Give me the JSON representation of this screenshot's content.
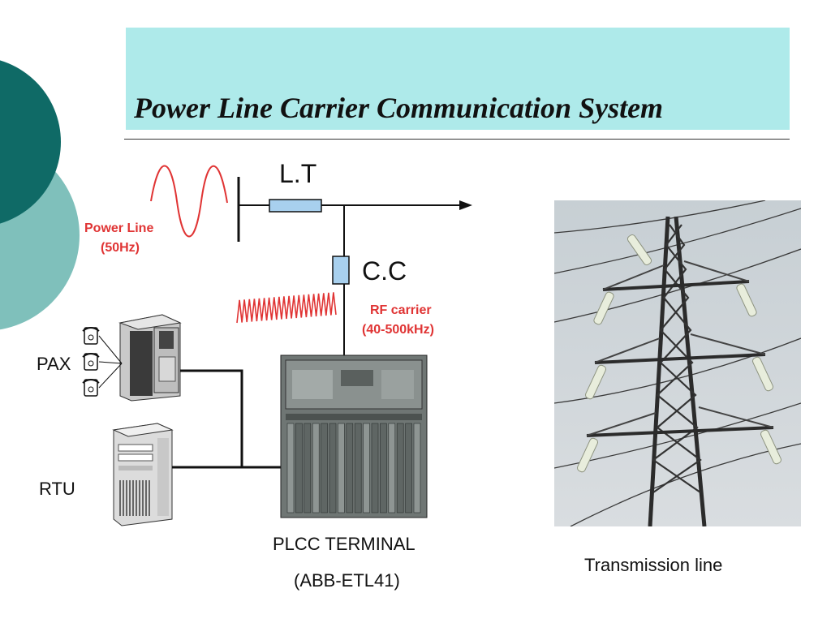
{
  "title": "Power Line Carrier Communication System",
  "labels": {
    "line_trap": "L.T",
    "coupling_capacitor": "C.C",
    "power_line_line1": "Power Line",
    "power_line_line2": "(50Hz)",
    "rf_carrier_line1": "RF carrier",
    "rf_carrier_line2": "(40-500kHz)",
    "pax": "PAX",
    "rtu": "RTU",
    "plcc_terminal": "PLCC TERMINAL",
    "plcc_model": "(ABB-ETL41)",
    "transmission_line": "Transmission line"
  },
  "colors": {
    "title_bar": "#aeeaea",
    "decor_dark": "#0f6a66",
    "decor_light": "#7fc0bb",
    "waveform": "#e03434",
    "line_trap_fill": "#a8d0ee",
    "coupling_fill": "#a8d0ee"
  },
  "icons": [
    "phone-icon",
    "pax-exchange-icon",
    "rtu-computer-icon",
    "plcc-terminal-rack-icon",
    "transmission-tower-photo"
  ]
}
